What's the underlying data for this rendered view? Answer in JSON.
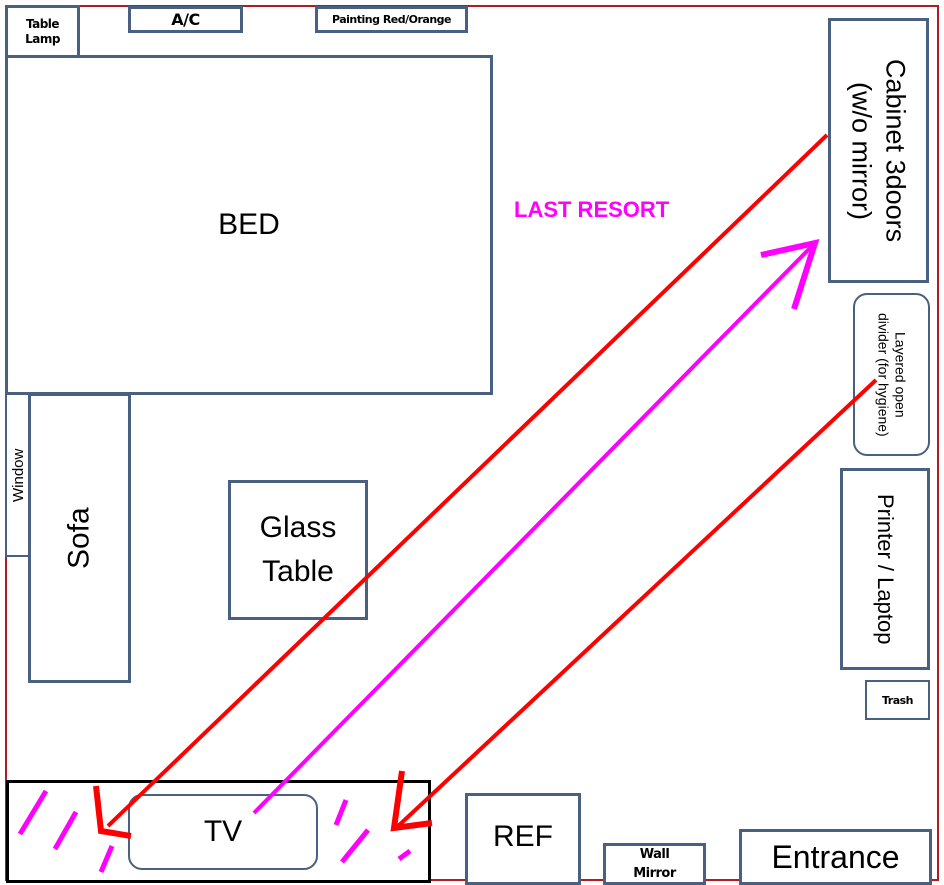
{
  "title": "Room floor plan",
  "furniture": {
    "table_lamp": "Table Lamp",
    "ac": "A/C",
    "painting": "Painting Red/Orange",
    "bed": "BED",
    "cabinet": "Cabinet 3doors (w/o mirror)",
    "divider": "Layered open divider (for hygiene)",
    "printer": "Printer / Laptop",
    "trash": "Trash",
    "window": "Window",
    "sofa": "Sofa",
    "glass_table_line1": "Glass",
    "glass_table_line2": "Table",
    "tv": "TV",
    "ref": "REF",
    "wall_mirror_line1": "Wall",
    "wall_mirror_line2": "Mirror",
    "entrance": "Entrance"
  },
  "annotations": {
    "last_resort": "LAST RESORT"
  },
  "colors": {
    "wall": "#b01c24",
    "furniture_border": "#4a6080",
    "arrow_red": "#ff0000",
    "arrow_magenta": "#ff00ff",
    "tv_stand_border": "#000000"
  }
}
